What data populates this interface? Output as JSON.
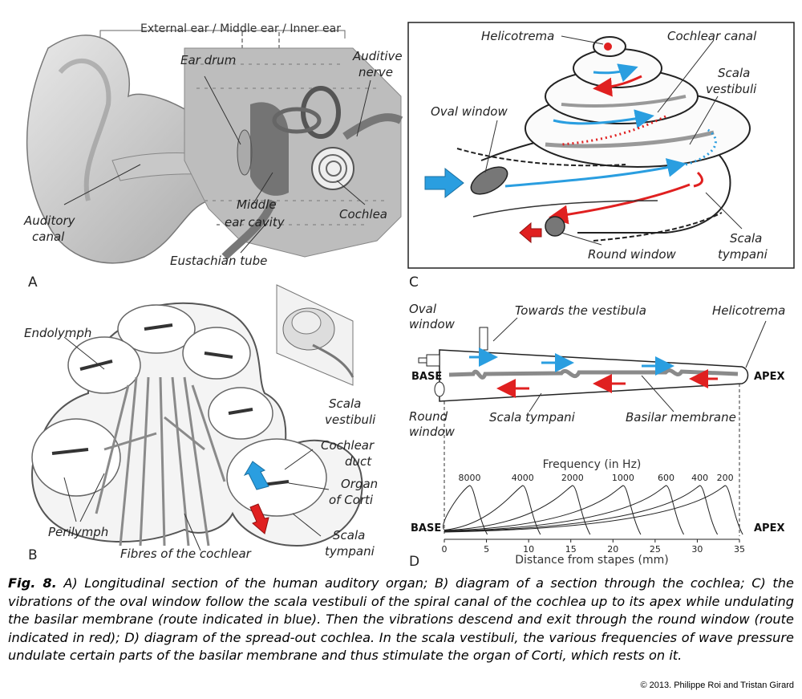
{
  "panelA": {
    "letter": "A",
    "section_labels": "External ear / Middle ear / Inner ear",
    "ear_drum": "Ear drum",
    "auditive_nerve_1": "Auditive",
    "auditive_nerve_2": "nerve",
    "auditory_canal_1": "Auditory",
    "auditory_canal_2": "canal",
    "middle_ear_1": "Middle",
    "middle_ear_2": "ear cavity",
    "cochlea": "Cochlea",
    "eustachian": "Eustachian tube"
  },
  "panelB": {
    "letter": "B",
    "endolymph": "Endolymph",
    "perilymph": "Perilymph",
    "fibres": "Fibres of the cochlear",
    "scala_vestibuli_1": "Scala",
    "scala_vestibuli_2": "vestibuli",
    "cochlear_duct_1": "Cochlear",
    "cochlear_duct_2": "duct",
    "organ_1": "Organ",
    "organ_2": "of Corti",
    "scala_tympani_1": "Scala",
    "scala_tympani_2": "tympani"
  },
  "panelC": {
    "letter": "C",
    "helicotrema": "Helicotrema",
    "cochlear_canal": "Cochlear canal",
    "scala_vestibuli_1": "Scala",
    "scala_vestibuli_2": "vestibuli",
    "oval_window": "Oval window",
    "round_window": "Round window",
    "scala_tympani_1": "Scala",
    "scala_tympani_2": "tympani"
  },
  "panelD": {
    "letter": "D",
    "oval_window_1": "Oval",
    "oval_window_2": "window",
    "towards": "Towards the vestibula",
    "helicotrema": "Helicotrema",
    "base": "BASE",
    "apex": "APEX",
    "round_window_1": "Round",
    "round_window_2": "window",
    "scala_tympani": "Scala tympani",
    "basilar_membrane": "Basilar membrane",
    "freq_title": "Frequency (in Hz)",
    "xlabel": "Distance from stapes (mm)",
    "base2": "BASE",
    "apex2": "APEX"
  },
  "chart_data": {
    "type": "line",
    "title": "Frequency (in Hz)",
    "xlabel": "Distance from stapes (mm)",
    "ylabel": "",
    "xlim": [
      0,
      35
    ],
    "x_ticks": [
      0,
      5,
      10,
      15,
      20,
      25,
      30,
      35
    ],
    "series": [
      {
        "name": "8000",
        "peak_mm": 3
      },
      {
        "name": "4000",
        "peak_mm": 9.3
      },
      {
        "name": "2000",
        "peak_mm": 15.2
      },
      {
        "name": "1000",
        "peak_mm": 21.2
      },
      {
        "name": "600",
        "peak_mm": 26.3
      },
      {
        "name": "400",
        "peak_mm": 30.3
      },
      {
        "name": "200",
        "peak_mm": 33.3
      }
    ]
  },
  "caption": {
    "fignum": "Fig. 8.",
    "text": " A) Longitudinal section of the human auditory organ; B) diagram of a section through the cochlea; C) the vibrations of the oval window follow the scala vestibuli of the spiral canal of the cochlea up to its apex while undulating the basilar membrane (route indicated in blue). Then the vibrations descend and exit through the round window (route indicated in red); D) diagram of the spread-out cochlea. In the scala vestibuli, the various frequencies of wave pressure undulate certain parts of the basilar membrane and thus stimulate the organ of Corti, which rests on it."
  },
  "copyright": "© 2013. Philippe Roi and Tristan Girard",
  "colors": {
    "blue": "#2a9ee0",
    "red": "#e02020",
    "gray": "#8a8a8a"
  }
}
